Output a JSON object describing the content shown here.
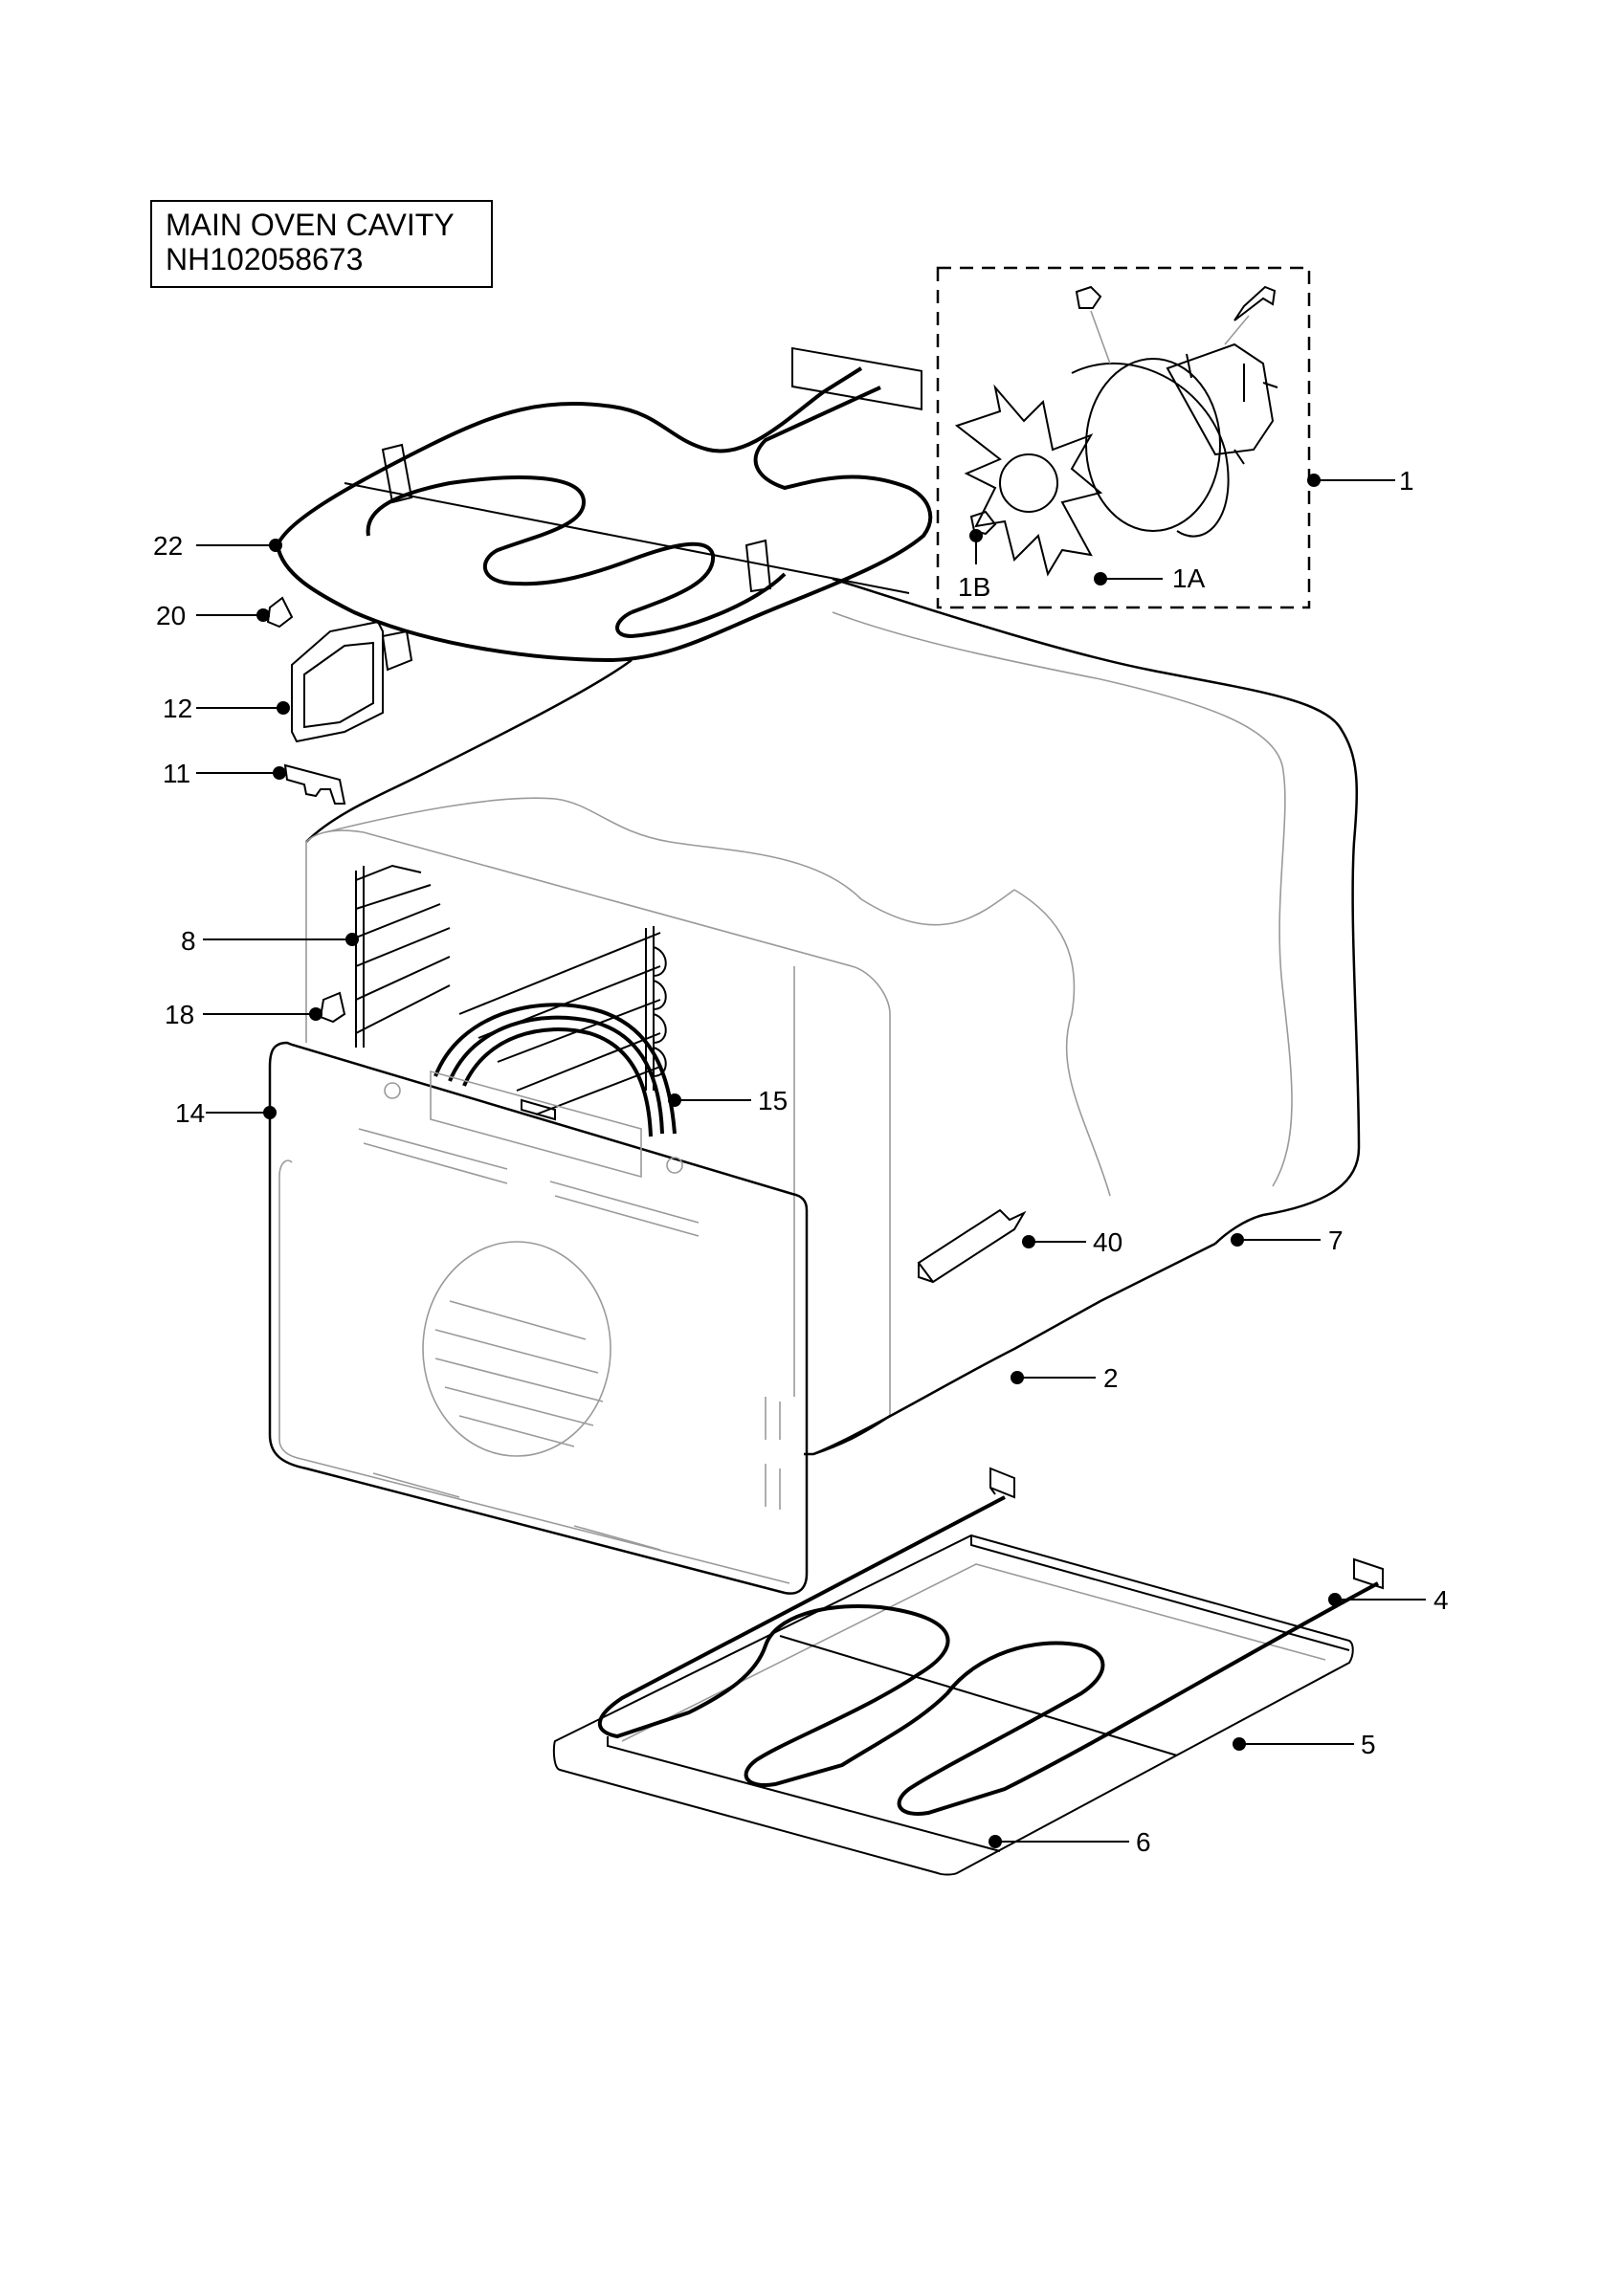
{
  "title": {
    "line1": "MAIN OVEN CAVITY",
    "line2": "NH102058673"
  },
  "callouts": [
    {
      "id": "c1",
      "label": "1"
    },
    {
      "id": "c1a",
      "label": "1A"
    },
    {
      "id": "c1b",
      "label": "1B"
    },
    {
      "id": "c22",
      "label": "22"
    },
    {
      "id": "c20",
      "label": "20"
    },
    {
      "id": "c12",
      "label": "12"
    },
    {
      "id": "c11",
      "label": "11"
    },
    {
      "id": "c8",
      "label": "8"
    },
    {
      "id": "c18",
      "label": "18"
    },
    {
      "id": "c14",
      "label": "14"
    },
    {
      "id": "c15",
      "label": "15"
    },
    {
      "id": "c40",
      "label": "40"
    },
    {
      "id": "c7",
      "label": "7"
    },
    {
      "id": "c2",
      "label": "2"
    },
    {
      "id": "c4",
      "label": "4"
    },
    {
      "id": "c5",
      "label": "5"
    },
    {
      "id": "c6",
      "label": "6"
    }
  ]
}
